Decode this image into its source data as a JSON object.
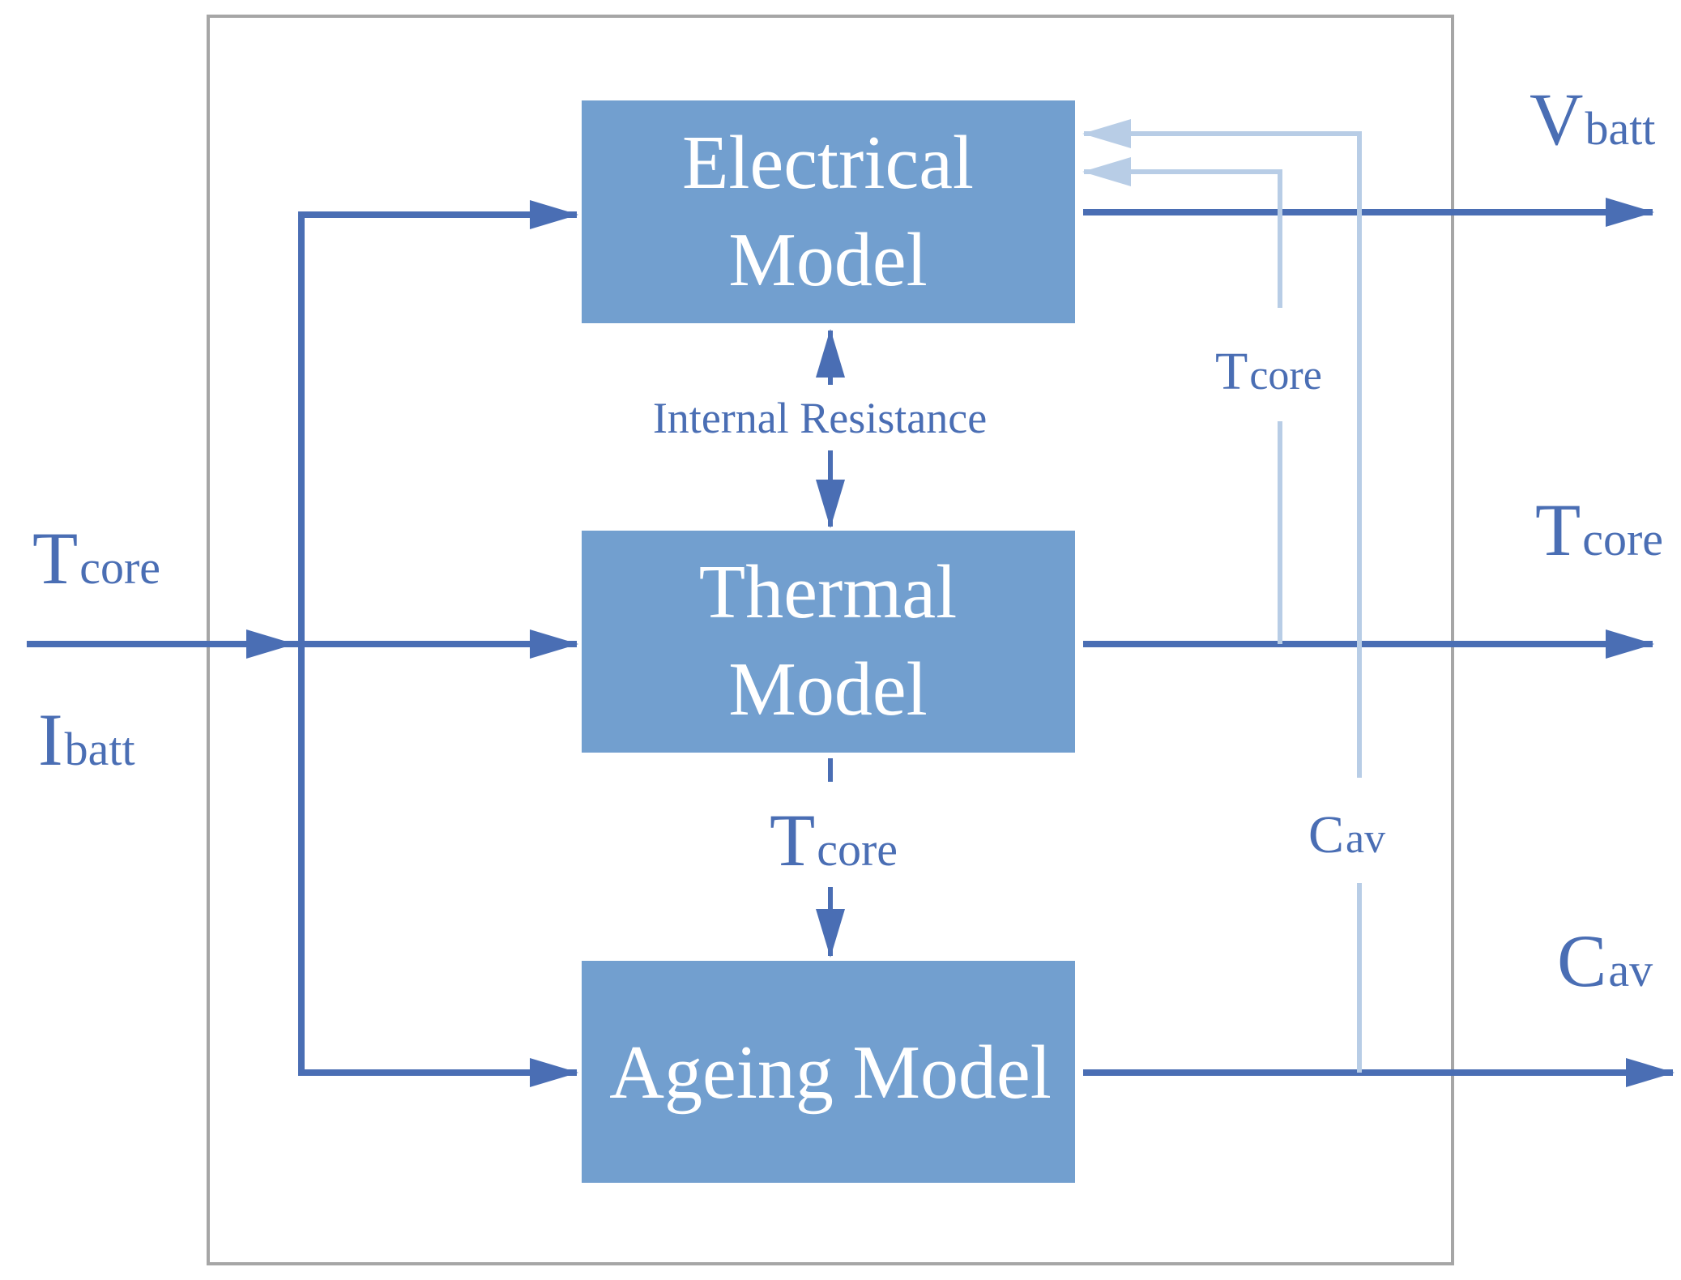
{
  "colors": {
    "block_fill": "#729fcf",
    "signal_dark": "#4a6eb4",
    "signal_light": "#b8cde6",
    "frame": "#a6a6a6"
  },
  "blocks": {
    "electrical": {
      "line1": "Electrical",
      "line2": "Model"
    },
    "thermal": {
      "line1": "Thermal",
      "line2": "Model"
    },
    "ageing": {
      "line1": "Ageing Model"
    }
  },
  "inputs": {
    "tcore": {
      "main": "T",
      "sub": "core"
    },
    "ibatt": {
      "main": "I",
      "sub": "batt"
    }
  },
  "outputs": {
    "vbatt": {
      "main": "V",
      "sub": "batt"
    },
    "tcore": {
      "main": "T",
      "sub": "core"
    },
    "cav": {
      "main": "C",
      "sub": "av"
    }
  },
  "internal": {
    "resistance": "Internal Resistance",
    "tcore_between": {
      "main": "T",
      "sub": "core"
    },
    "tcore_feedback": {
      "main": "T",
      "sub": "core"
    },
    "cav_feedback": {
      "main": "C",
      "sub": "av"
    }
  }
}
